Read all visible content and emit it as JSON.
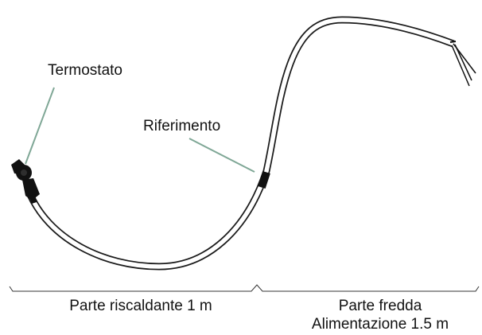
{
  "labels": {
    "termostato": "Termostato",
    "riferimento": "Riferimento",
    "parte_riscaldante": "Parte riscaldante 1 m",
    "parte_fredda_line1": "Parte fredda",
    "parte_fredda_line2": "Alimentazione 1.5 m"
  },
  "colors": {
    "cable": "#1a1a1a",
    "leader": "#7fa796",
    "part": "#111111"
  }
}
